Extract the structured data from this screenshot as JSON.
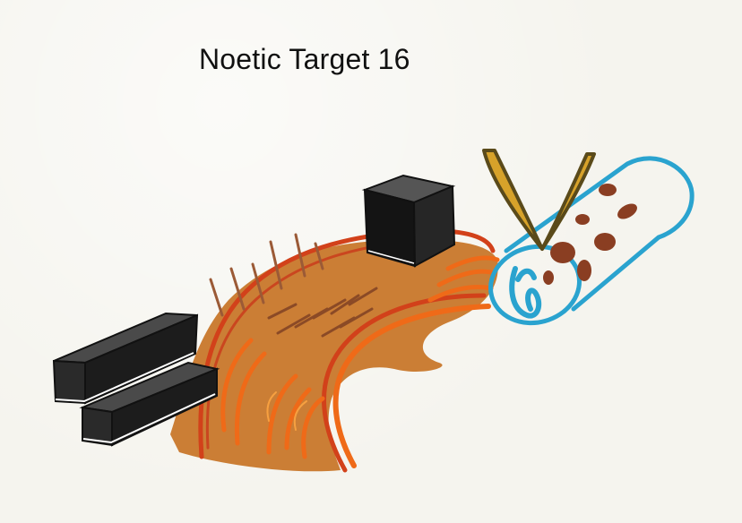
{
  "title": "Noetic Target 16",
  "colors": {
    "background": "#f5f4ee",
    "block_face": "#1c1c1c",
    "block_top": "#4a4a4a",
    "path_orange": "#c8772a",
    "path_red": "#d2411a",
    "path_bright_orange": "#ef6a18",
    "hatch_brown": "#8b4a26",
    "tube_blue": "#2aa3cf",
    "spots_brown": "#8a3e22",
    "leaf_gold": "#d7a22a",
    "leaf_outline": "#5a4a1a"
  },
  "icons": [
    "stepped-blocks",
    "cube",
    "curved-ramp",
    "tube-cylinder",
    "v-antennae"
  ]
}
